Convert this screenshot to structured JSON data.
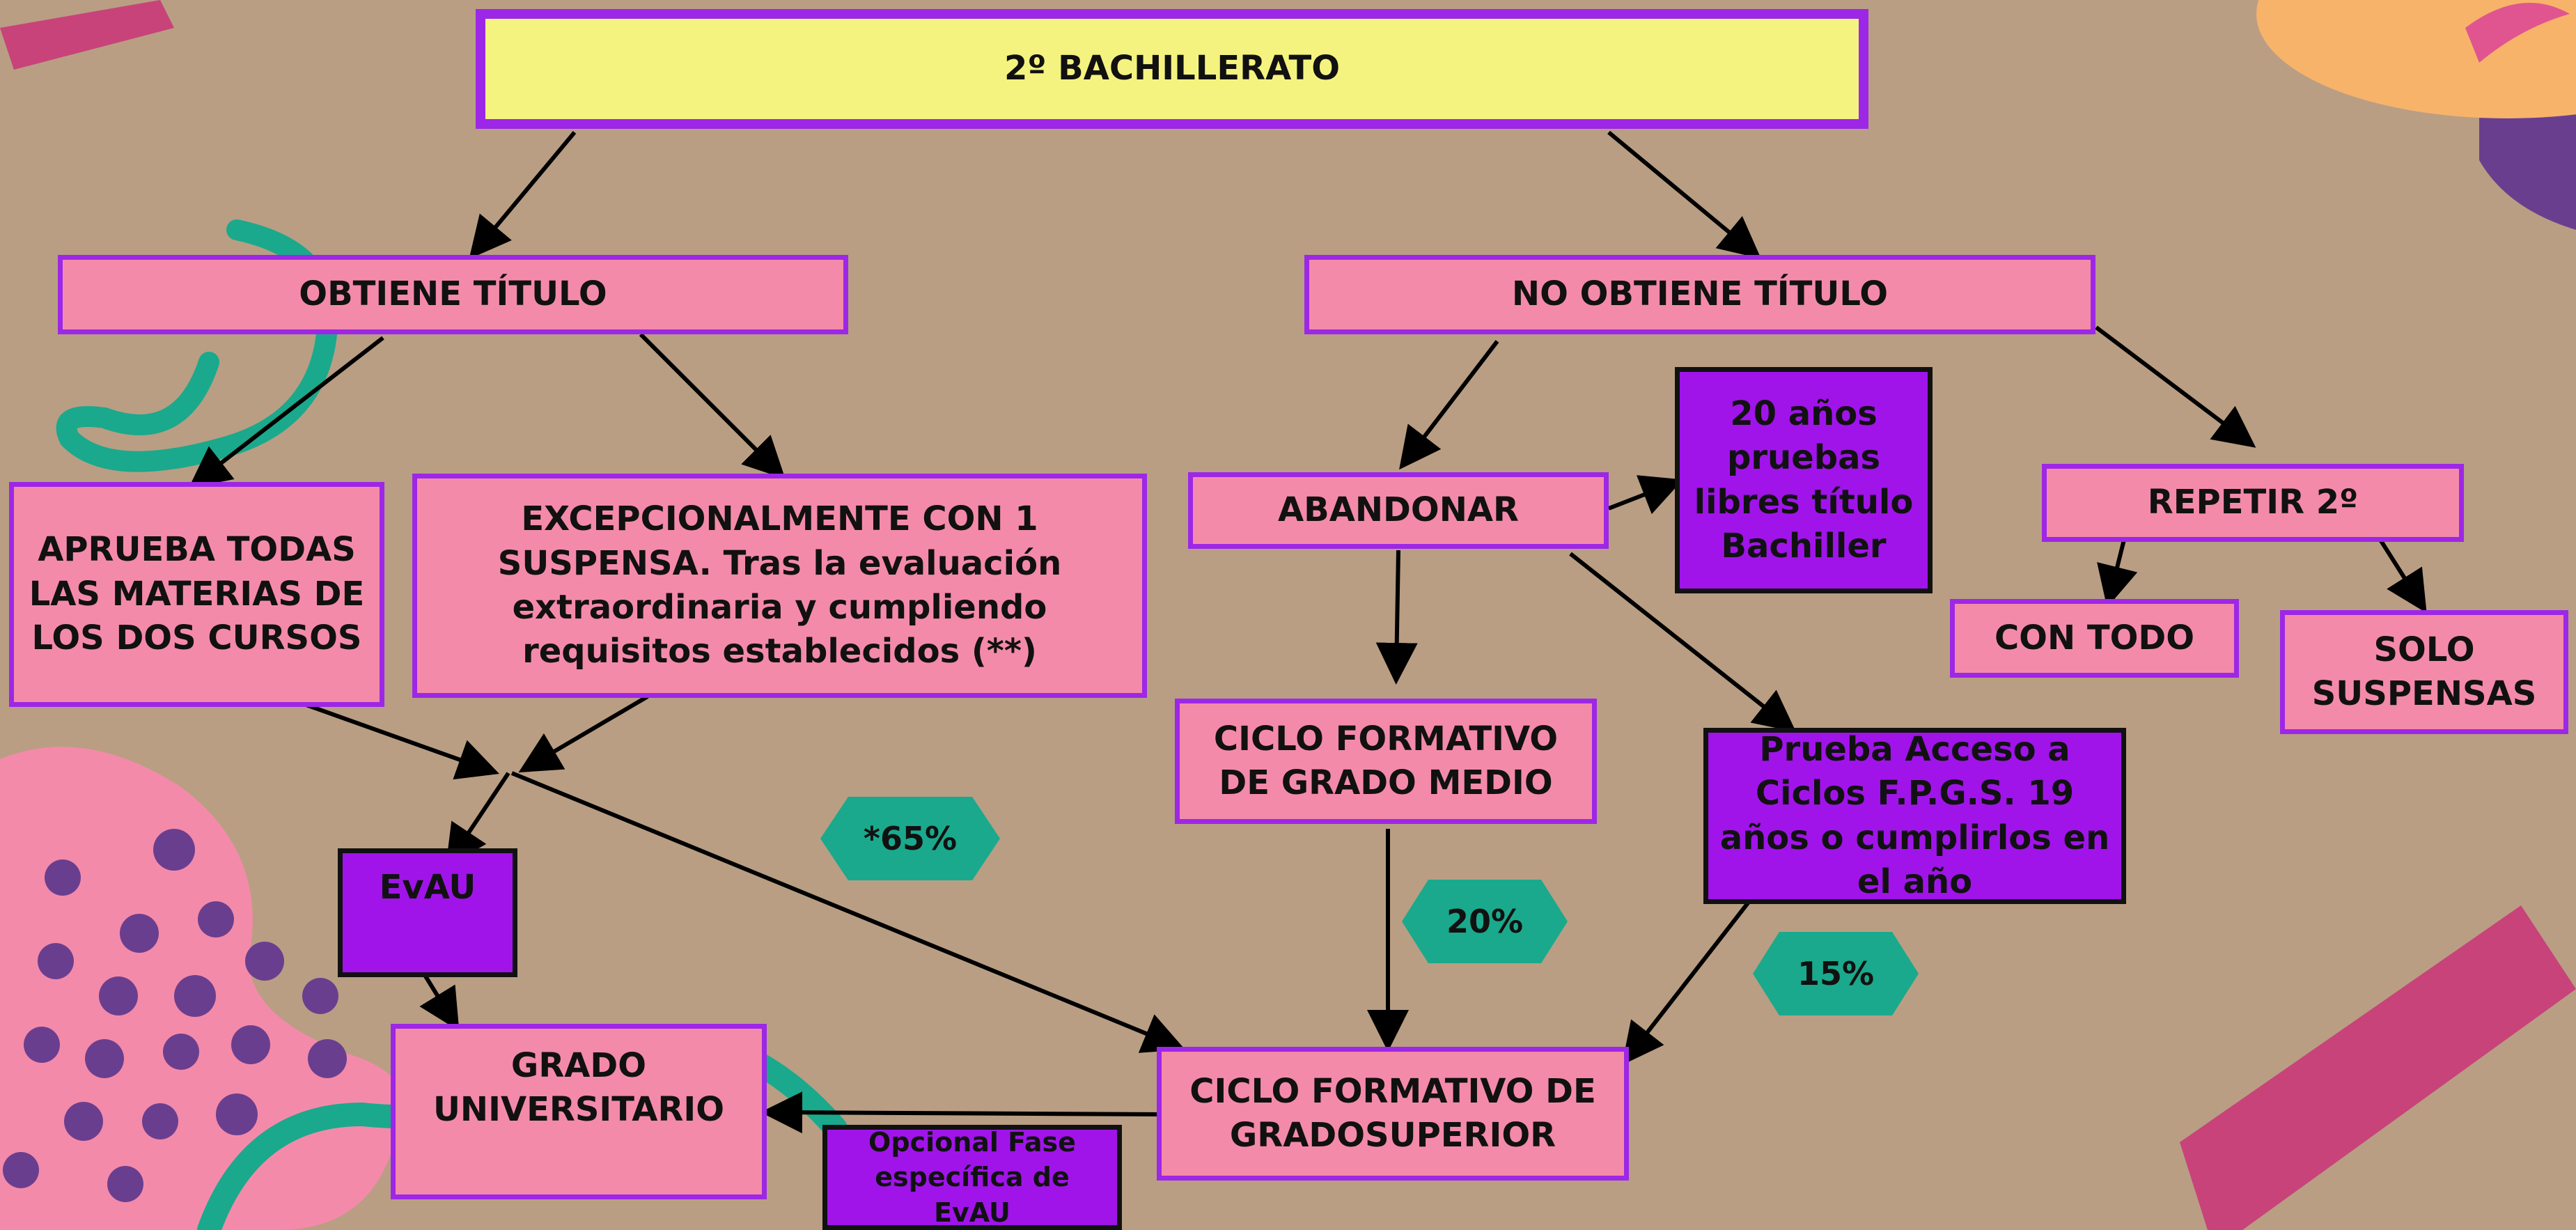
{
  "title": "2º BACHILLERATO",
  "branches": {
    "obtiene": "OBTIENE TÍTULO",
    "no_obtiene": "NO OBTIENE TÍTULO"
  },
  "nodes": {
    "aprueba": "APRUEBA TODAS LAS MATERIAS DE LOS DOS CURSOS",
    "excepcional": "EXCEPCIONALMENTE CON 1 SUSPENSA. Tras la evaluación extraordinaria y cumpliendo requisitos establecidos (**)",
    "abandonar": "ABANDONAR",
    "pruebas_libres": "20 años pruebas libres título Bachiller",
    "repetir": "REPETIR 2º",
    "con_todo": "CON TODO",
    "solo_suspensas": "SOLO SUSPENSAS",
    "ciclo_medio": "CICLO FORMATIVO DE GRADO MEDIO",
    "prueba_acceso": "Prueba Acceso a Ciclos F.P.G.S. 19 años o cumplirlos en el año",
    "evau": "EvAU",
    "grado_universitario": "GRADO UNIVERSITARIO",
    "ciclo_superior": "CICLO FORMATIVO DE GRADOSUPERIOR",
    "opcional": "Opcional Fase específica de EvAU"
  },
  "percentages": {
    "p65": "*65%",
    "p20": "20%",
    "p15": "15%"
  },
  "colors": {
    "background": "#b99e83",
    "pink_box": "#f48aa9",
    "purple_border": "#9d27e6",
    "violet_box": "#a014ea",
    "title_yellow": "#f5f37f",
    "teal": "#1aa98c"
  }
}
